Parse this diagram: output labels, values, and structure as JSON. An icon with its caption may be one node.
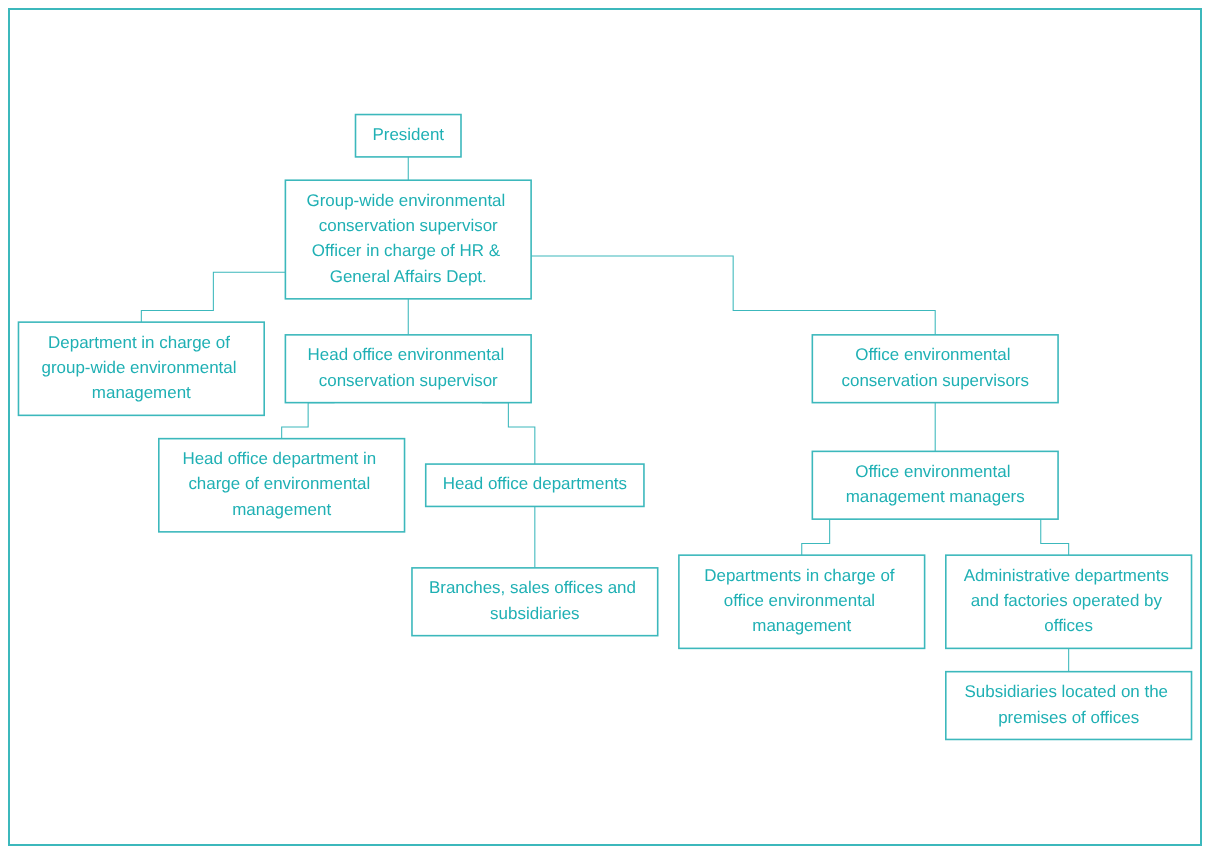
{
  "diagram": {
    "nodes": [
      {
        "text": [
          "President"
        ]
      },
      {
        "text": [
          "Group-wide environmental conservation supervisor",
          "Officer in charge of HR & General Affairs Dept."
        ]
      },
      {
        "text": [
          "Department in charge of group-wide environmental management"
        ]
      },
      {
        "text": [
          "Head office environmental conservation supervisor"
        ]
      },
      {
        "text": [
          "Office environmental conservation supervisors"
        ]
      },
      {
        "text": [
          "Head office department in charge of environmental management"
        ]
      },
      {
        "text": [
          "Head office departments"
        ]
      },
      {
        "text": [
          "Branches, sales offices and subsidiaries"
        ]
      },
      {
        "text": [
          "Office environmental management managers"
        ]
      },
      {
        "text": [
          "Departments in charge of office environmental management"
        ]
      },
      {
        "text": [
          "Administrative departments and factories operated by offices"
        ]
      },
      {
        "text": [
          "Subsidiaries located on the premises of offices"
        ]
      }
    ],
    "edges": [
      {
        "from": 0,
        "to": 1,
        "arrow": "none"
      },
      {
        "from": 1,
        "to": 2,
        "arrow": "none"
      },
      {
        "from": 1,
        "to": 3,
        "arrow": "none"
      },
      {
        "from": 1,
        "to": 4,
        "arrow": "none"
      },
      {
        "from": 3,
        "to": 5,
        "arrow": "none"
      },
      {
        "from": 3,
        "to": 6,
        "arrow": "none"
      },
      {
        "from": 6,
        "to": 7,
        "arrow": "none"
      },
      {
        "from": 4,
        "to": 8,
        "arrow": "none"
      },
      {
        "from": 8,
        "to": 9,
        "arrow": "none"
      },
      {
        "from": 8,
        "to": 10,
        "arrow": "none"
      },
      {
        "from": 10,
        "to": 11,
        "arrow": "none"
      }
    ]
  }
}
